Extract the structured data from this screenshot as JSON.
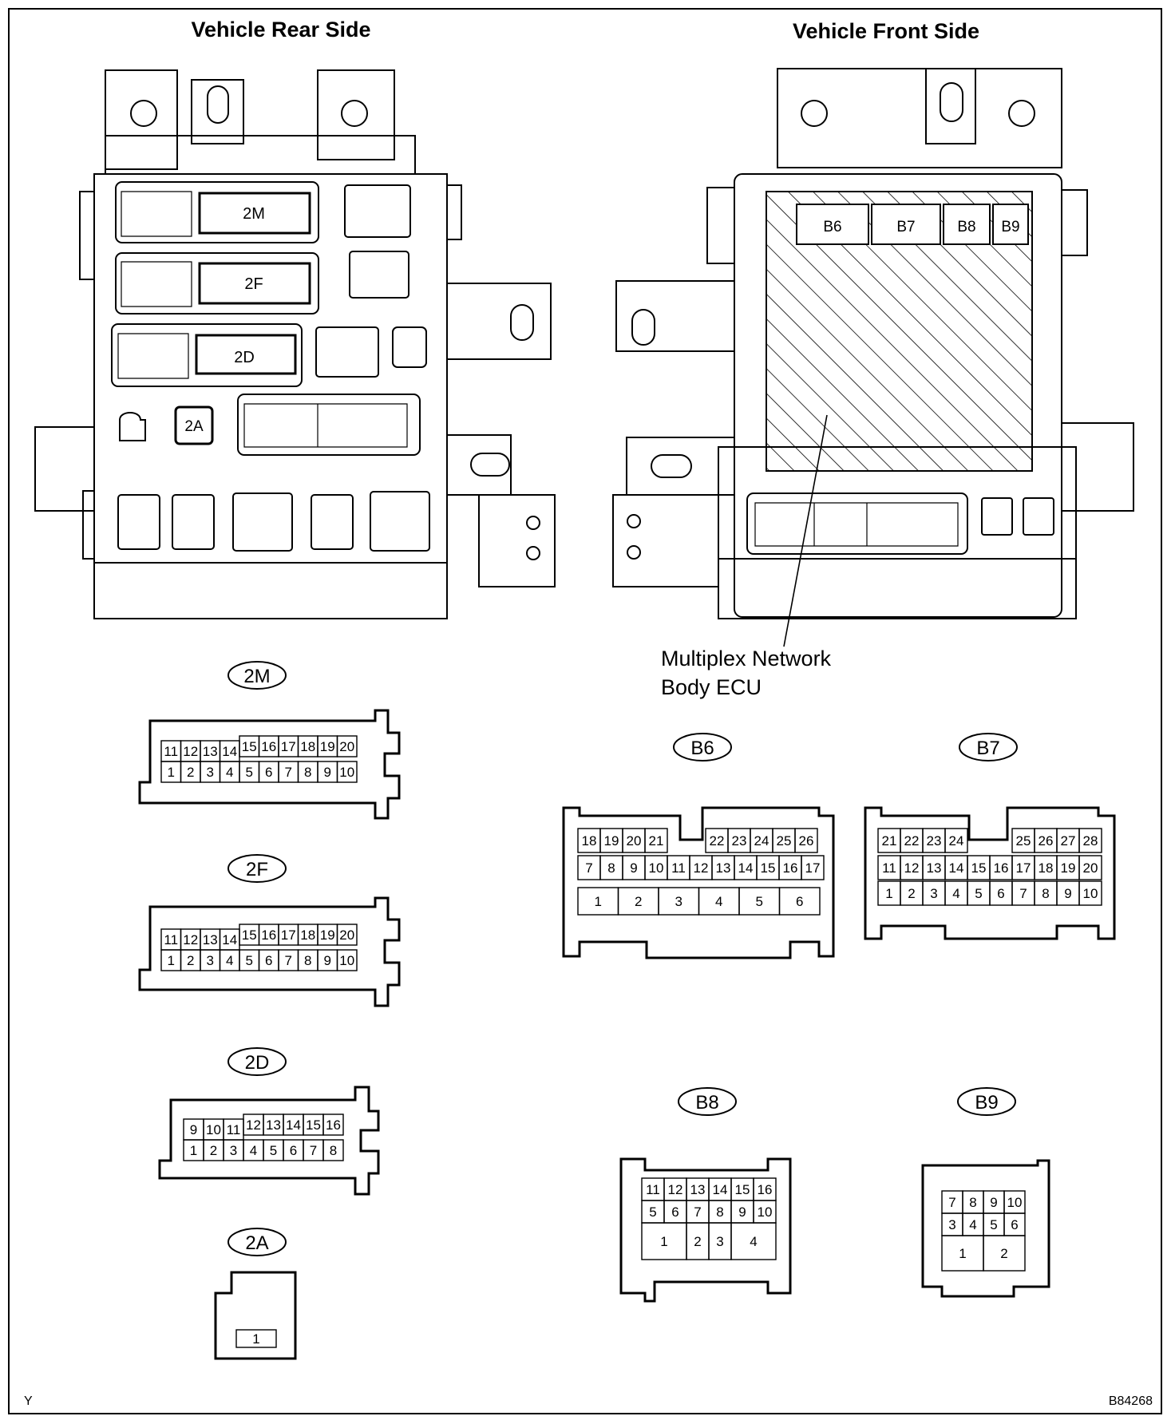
{
  "header": {
    "rear_title": "Vehicle Rear Side",
    "front_title": "Vehicle Front Side"
  },
  "rear_block": {
    "connector_labels": [
      "2M",
      "2F",
      "2D",
      "2A"
    ]
  },
  "front_block": {
    "connector_labels": [
      "B6",
      "B7",
      "B8",
      "B9"
    ],
    "ecu_label_line1": "Multiplex  Network",
    "ecu_label_line2": "Body ECU"
  },
  "connectors": {
    "c2M": {
      "id": "2M",
      "rows": [
        [
          "11",
          "12",
          "13",
          "14",
          "15",
          "16",
          "17",
          "18",
          "19",
          "20"
        ],
        [
          "1",
          "2",
          "3",
          "4",
          "5",
          "6",
          "7",
          "8",
          "9",
          "10"
        ]
      ]
    },
    "c2F": {
      "id": "2F",
      "rows": [
        [
          "11",
          "12",
          "13",
          "14",
          "15",
          "16",
          "17",
          "18",
          "19",
          "20"
        ],
        [
          "1",
          "2",
          "3",
          "4",
          "5",
          "6",
          "7",
          "8",
          "9",
          "10"
        ]
      ]
    },
    "c2D": {
      "id": "2D",
      "rows": [
        [
          "9",
          "10",
          "11",
          "12",
          "13",
          "14",
          "15",
          "16"
        ],
        [
          "1",
          "2",
          "3",
          "4",
          "5",
          "6",
          "7",
          "8"
        ]
      ]
    },
    "c2A": {
      "id": "2A",
      "rows": [
        [
          "1"
        ]
      ]
    },
    "cB6": {
      "id": "B6",
      "rows": [
        [
          "18",
          "19",
          "20",
          "21",
          "22",
          "23",
          "24",
          "25",
          "26"
        ],
        [
          "7",
          "8",
          "9",
          "10",
          "11",
          "12",
          "13",
          "14",
          "15",
          "16",
          "17"
        ],
        [
          "1",
          "2",
          "3",
          "4",
          "5",
          "6"
        ]
      ]
    },
    "cB7": {
      "id": "B7",
      "rows": [
        [
          "21",
          "22",
          "23",
          "24",
          "25",
          "26",
          "27",
          "28"
        ],
        [
          "11",
          "12",
          "13",
          "14",
          "15",
          "16",
          "17",
          "18",
          "19",
          "20"
        ],
        [
          "1",
          "2",
          "3",
          "4",
          "5",
          "6",
          "7",
          "8",
          "9",
          "10"
        ]
      ]
    },
    "cB8": {
      "id": "B8",
      "rows": [
        [
          "11",
          "12",
          "13",
          "14",
          "15",
          "16"
        ],
        [
          "5",
          "6",
          "7",
          "8",
          "9",
          "10"
        ],
        [
          "1",
          "2",
          "3",
          "4"
        ]
      ]
    },
    "cB9": {
      "id": "B9",
      "rows": [
        [
          "7",
          "8",
          "9",
          "10"
        ],
        [
          "3",
          "4",
          "5",
          "6"
        ],
        [
          "1",
          "2"
        ]
      ]
    }
  },
  "footer": {
    "left_mark": "Y",
    "figure_code": "B84268"
  }
}
